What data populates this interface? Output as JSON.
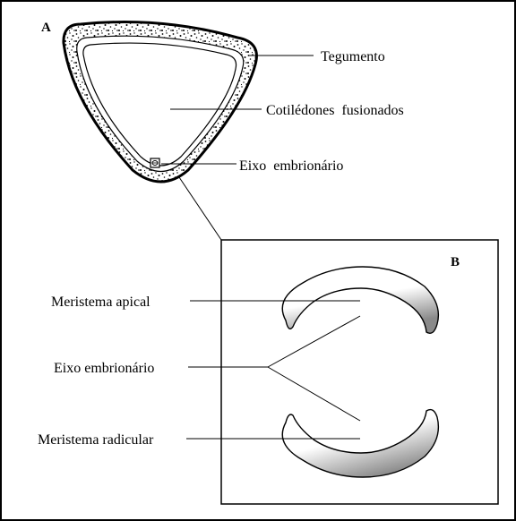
{
  "panel_a": {
    "letter": "A",
    "labels": {
      "tegumento": "Tegumento",
      "cotiledones": "Cotilédones  fusionados",
      "eixo": "Eixo  embrionário"
    }
  },
  "panel_b": {
    "letter": "B",
    "labels": {
      "meristema_apical": "Meristema apical",
      "eixo": "Eixo embrionário",
      "meristema_radicular": "Meristema radicular"
    }
  },
  "colors": {
    "ink": "#000000",
    "background": "#ffffff"
  }
}
